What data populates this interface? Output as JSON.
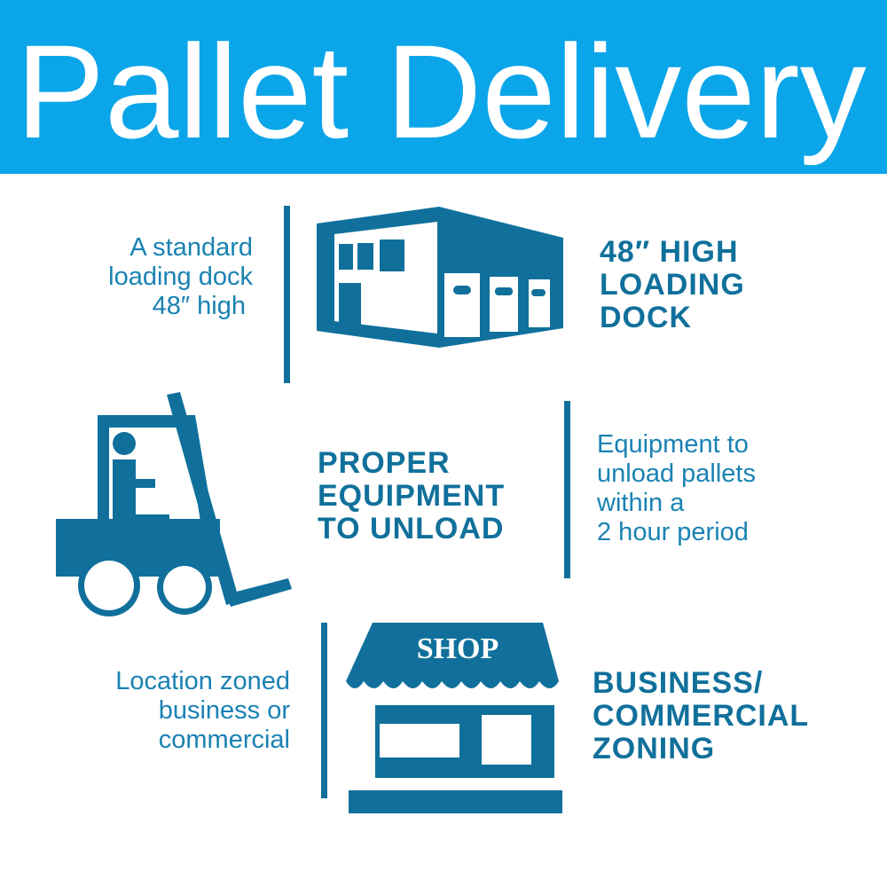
{
  "header": {
    "title": "Pallet Delivery"
  },
  "colors": {
    "header": "#0ba5e9",
    "icon": "#10709b",
    "text": "#1a82b3"
  },
  "sections": [
    {
      "icon": "warehouse-icon",
      "description": [
        "A standard",
        "loading dock",
        "48″ high"
      ],
      "heading": [
        "48″ HIGH",
        "LOADING",
        "DOCK"
      ]
    },
    {
      "icon": "forklift-icon",
      "heading": [
        "PROPER",
        "EQUIPMENT",
        "TO UNLOAD"
      ],
      "description": [
        "Equipment to",
        "unload pallets",
        "within a",
        "2 hour period"
      ]
    },
    {
      "icon": "shop-icon",
      "icon_label": "SHOP",
      "description": [
        "Location zoned",
        "business or",
        "commercial"
      ],
      "heading": [
        "BUSINESS/",
        "COMMERCIAL",
        "ZONING"
      ]
    }
  ]
}
